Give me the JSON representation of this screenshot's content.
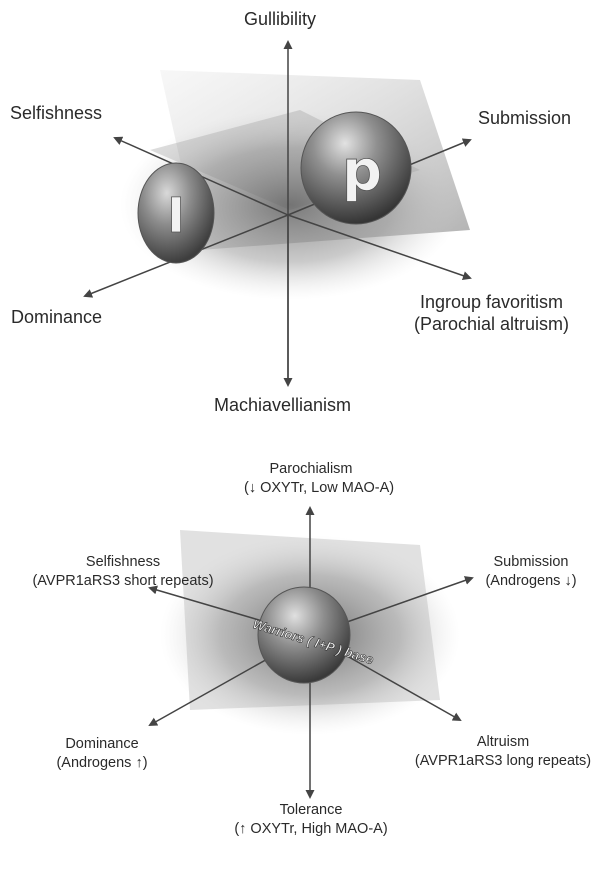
{
  "top_diagram": {
    "axes": {
      "up": "Gullibility",
      "down": "Machiavellianism",
      "upper_left": "Selfishness",
      "lower_left": "Dominance",
      "upper_right": "Submission",
      "lower_right_line1": "Ingroup favoritism",
      "lower_right_line2": "(Parochial altruism)"
    },
    "spheres": {
      "left": "I",
      "right": "p"
    }
  },
  "bottom_diagram": {
    "axes": {
      "up_line1": "Parochialism",
      "up_line2": "(↓ OXYTr, Low MAO-A)",
      "down_line1": "Tolerance",
      "down_line2": "(↑ OXYTr, High MAO-A)",
      "upper_left_line1": "Selfishness",
      "upper_left_line2": "(AVPR1aRS3 short repeats)",
      "lower_left_line1": "Dominance",
      "lower_left_line2": "(Androgens ↑)",
      "upper_right_line1": "Submission",
      "upper_right_line2": "(Androgens ↓)",
      "lower_right_line1": "Altruism",
      "lower_right_line2": "(AVPR1aRS3 long repeats)"
    },
    "sphere_label": "Warriors ( I+P ) base"
  }
}
